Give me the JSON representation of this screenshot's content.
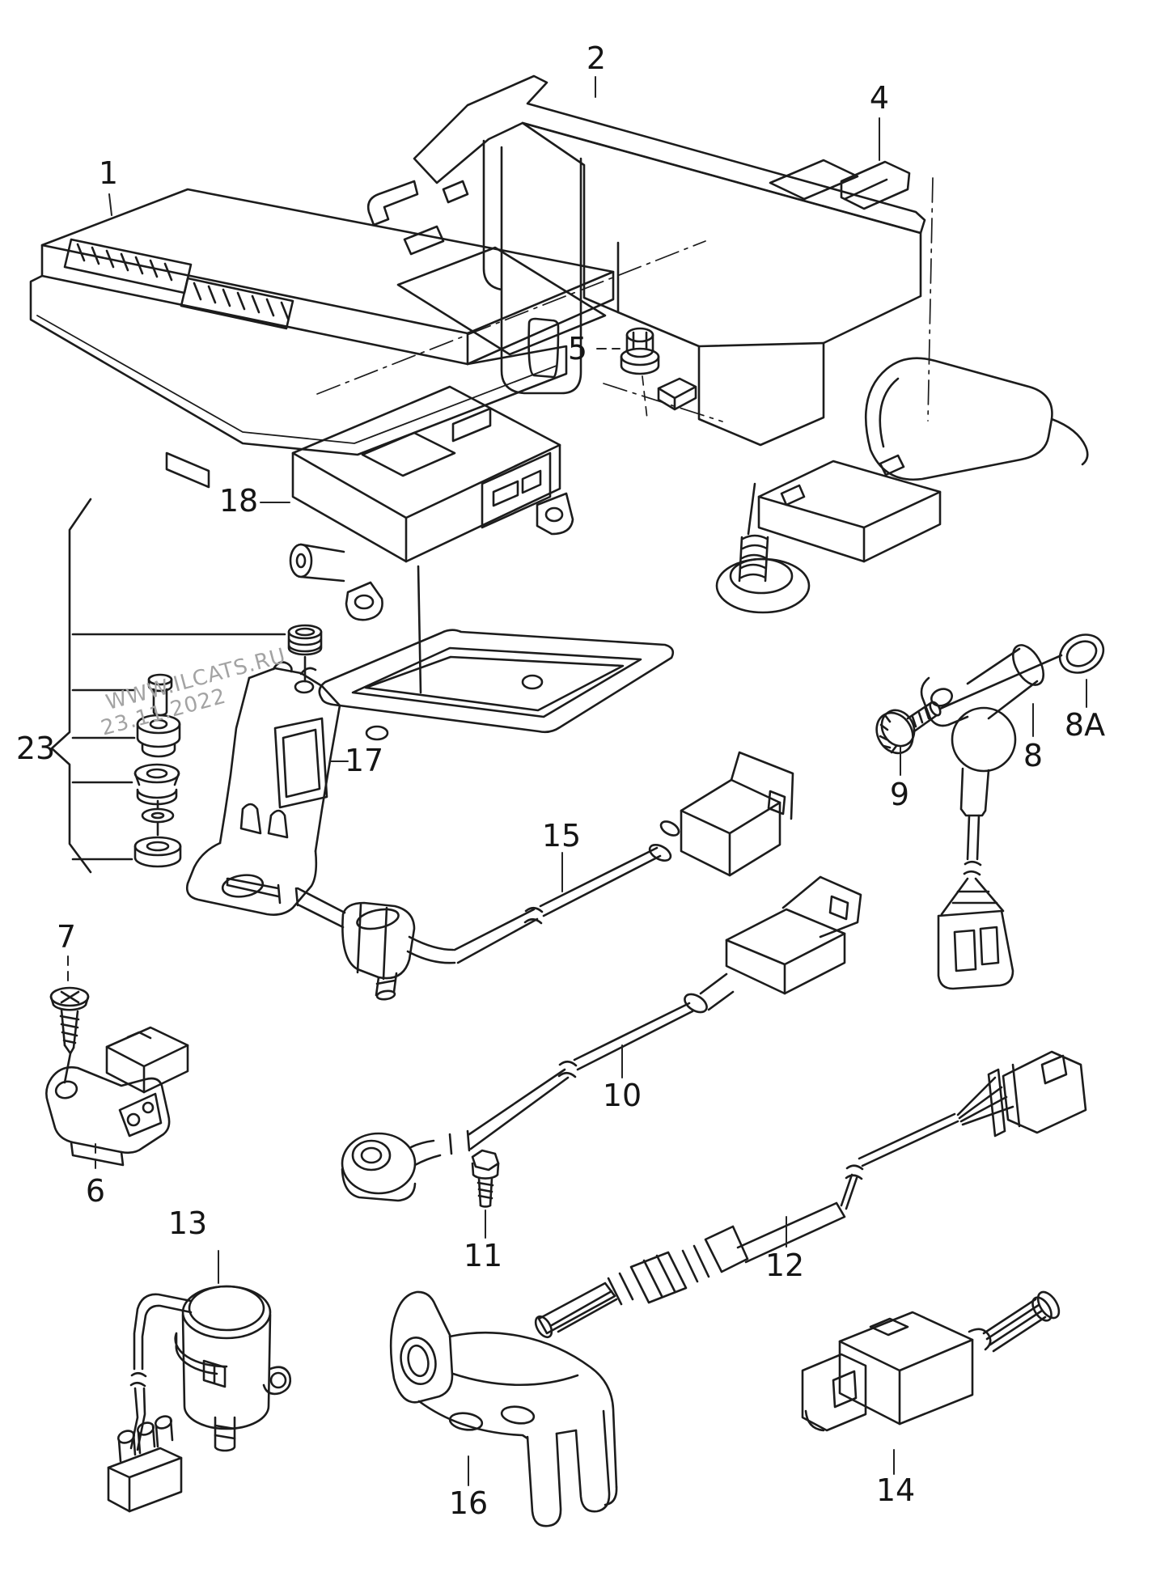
{
  "watermark": {
    "line1": "WWW.ILCATS.RU",
    "line2": "23.11.2022"
  },
  "part_labels": {
    "p1": "1",
    "p2": "2",
    "p4": "4",
    "p5": "5",
    "p6": "6",
    "p7": "7",
    "p8": "8",
    "p8a": "8A",
    "p9": "9",
    "p10": "10",
    "p11": "11",
    "p12": "12",
    "p13": "13",
    "p14": "14",
    "p15": "15",
    "p16": "16",
    "p17": "17",
    "p18": "18",
    "p23": "23"
  },
  "colors": {
    "background": "#ffffff",
    "line": "#1c1c1c",
    "watermark": "#a3a3a3",
    "highlight_dot": "#000000"
  }
}
